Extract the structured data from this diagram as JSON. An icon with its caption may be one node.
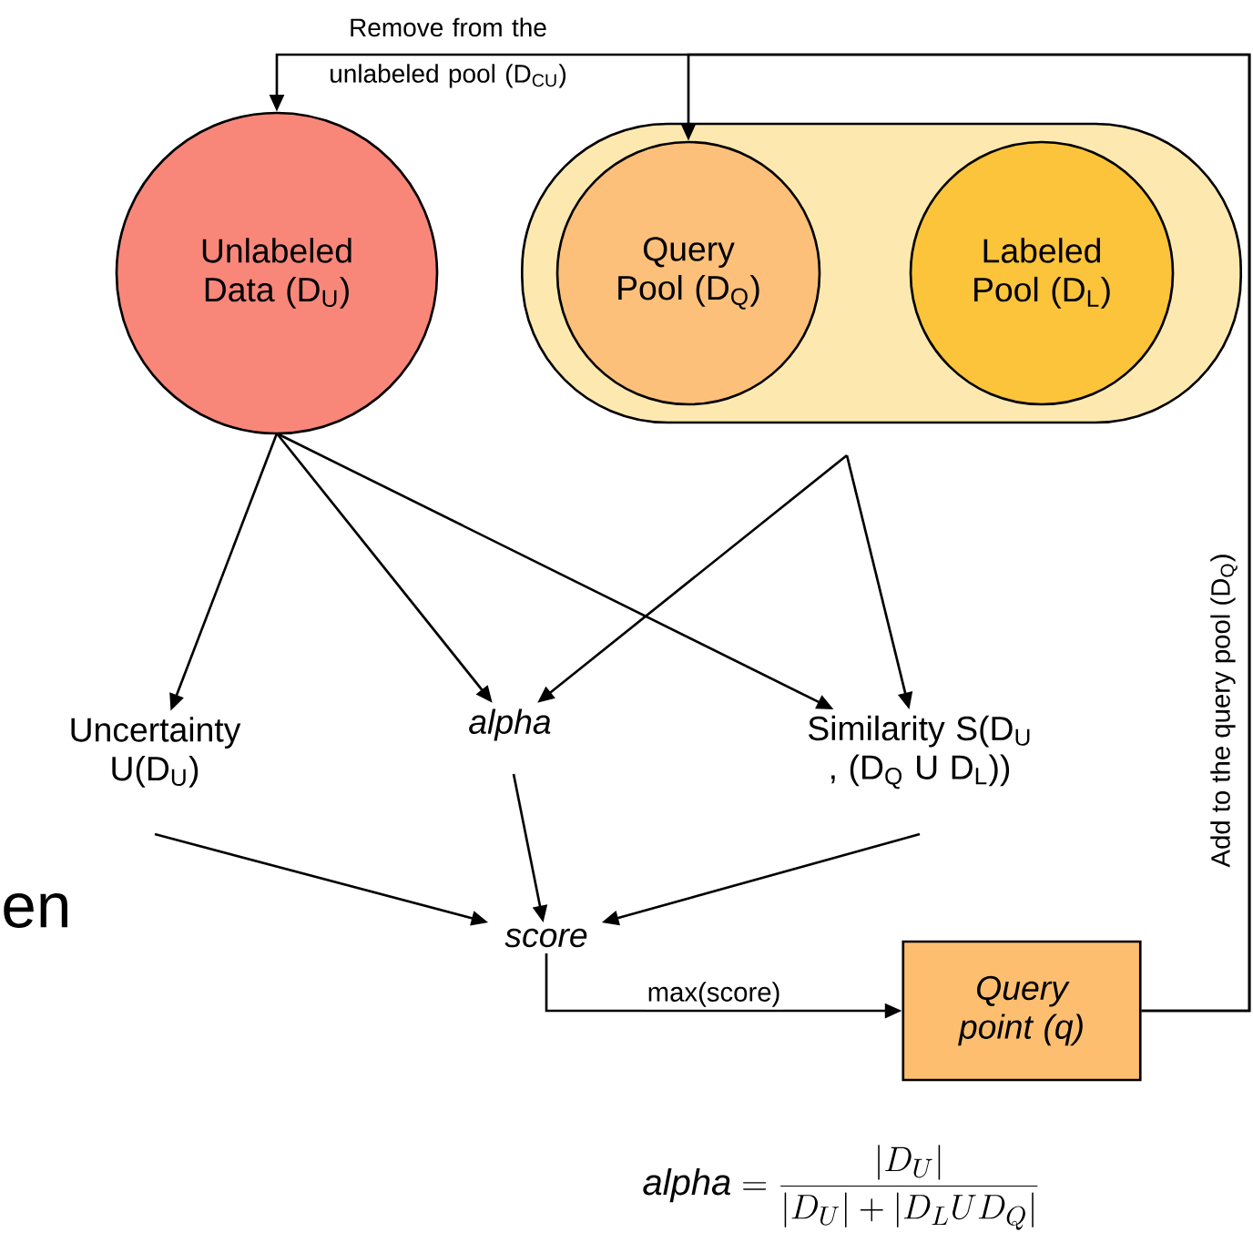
{
  "diagram": {
    "nodes": [
      {
        "text": [
          "Unlabeled Data (D$_{U}$)"
        ]
      },
      {
        "text": [],
        "shape": "box"
      },
      {
        "text": [
          "Query Pool (D$_{Q}$)"
        ],
        "in": 1
      },
      {
        "text": [
          "Labeled Pool (D$_{L}$)"
        ],
        "in": 1
      },
      {
        "text": [
          "Uncertainty U(D$_{U}$)"
        ]
      },
      {
        "text": [
          "alpha"
        ]
      },
      {
        "text": [
          "Similarity S(D$_{U}$ , (D$_{Q}$ U D$_{L}$))"
        ]
      },
      {
        "text": [
          "score"
        ]
      },
      {
        "text": [
          "Query point (q)"
        ]
      }
    ],
    "edges": [
      {
        "from": 0,
        "to": 4,
        "arrow": "to"
      },
      {
        "from": 0,
        "to": 5,
        "arrow": "to"
      },
      {
        "from": 0,
        "to": 6,
        "arrow": "to"
      },
      {
        "from": 1,
        "to": 5,
        "arrow": "to"
      },
      {
        "from": 1,
        "to": 6,
        "arrow": "to"
      },
      {
        "from": 4,
        "to": 7,
        "arrow": "to"
      },
      {
        "from": 5,
        "to": 7,
        "arrow": "to"
      },
      {
        "from": 6,
        "to": 7,
        "arrow": "to"
      },
      {
        "from": 7,
        "to": 8,
        "arrow": "to",
        "label": "max(score)"
      },
      {
        "from": 8,
        "to": 0,
        "arrow": "to",
        "label": "Remove from the unlabeled pool (D$_{CU}$)"
      },
      {
        "from": 8,
        "to": 2,
        "arrow": "to",
        "label": "Add to the query pool (D$_{Q}$)"
      }
    ],
    "labels": [
      "en",
      "\\mathit{alpha} = \\frac{|D_U|}{|D_U|+|D_L U D_Q|}"
    ]
  }
}
